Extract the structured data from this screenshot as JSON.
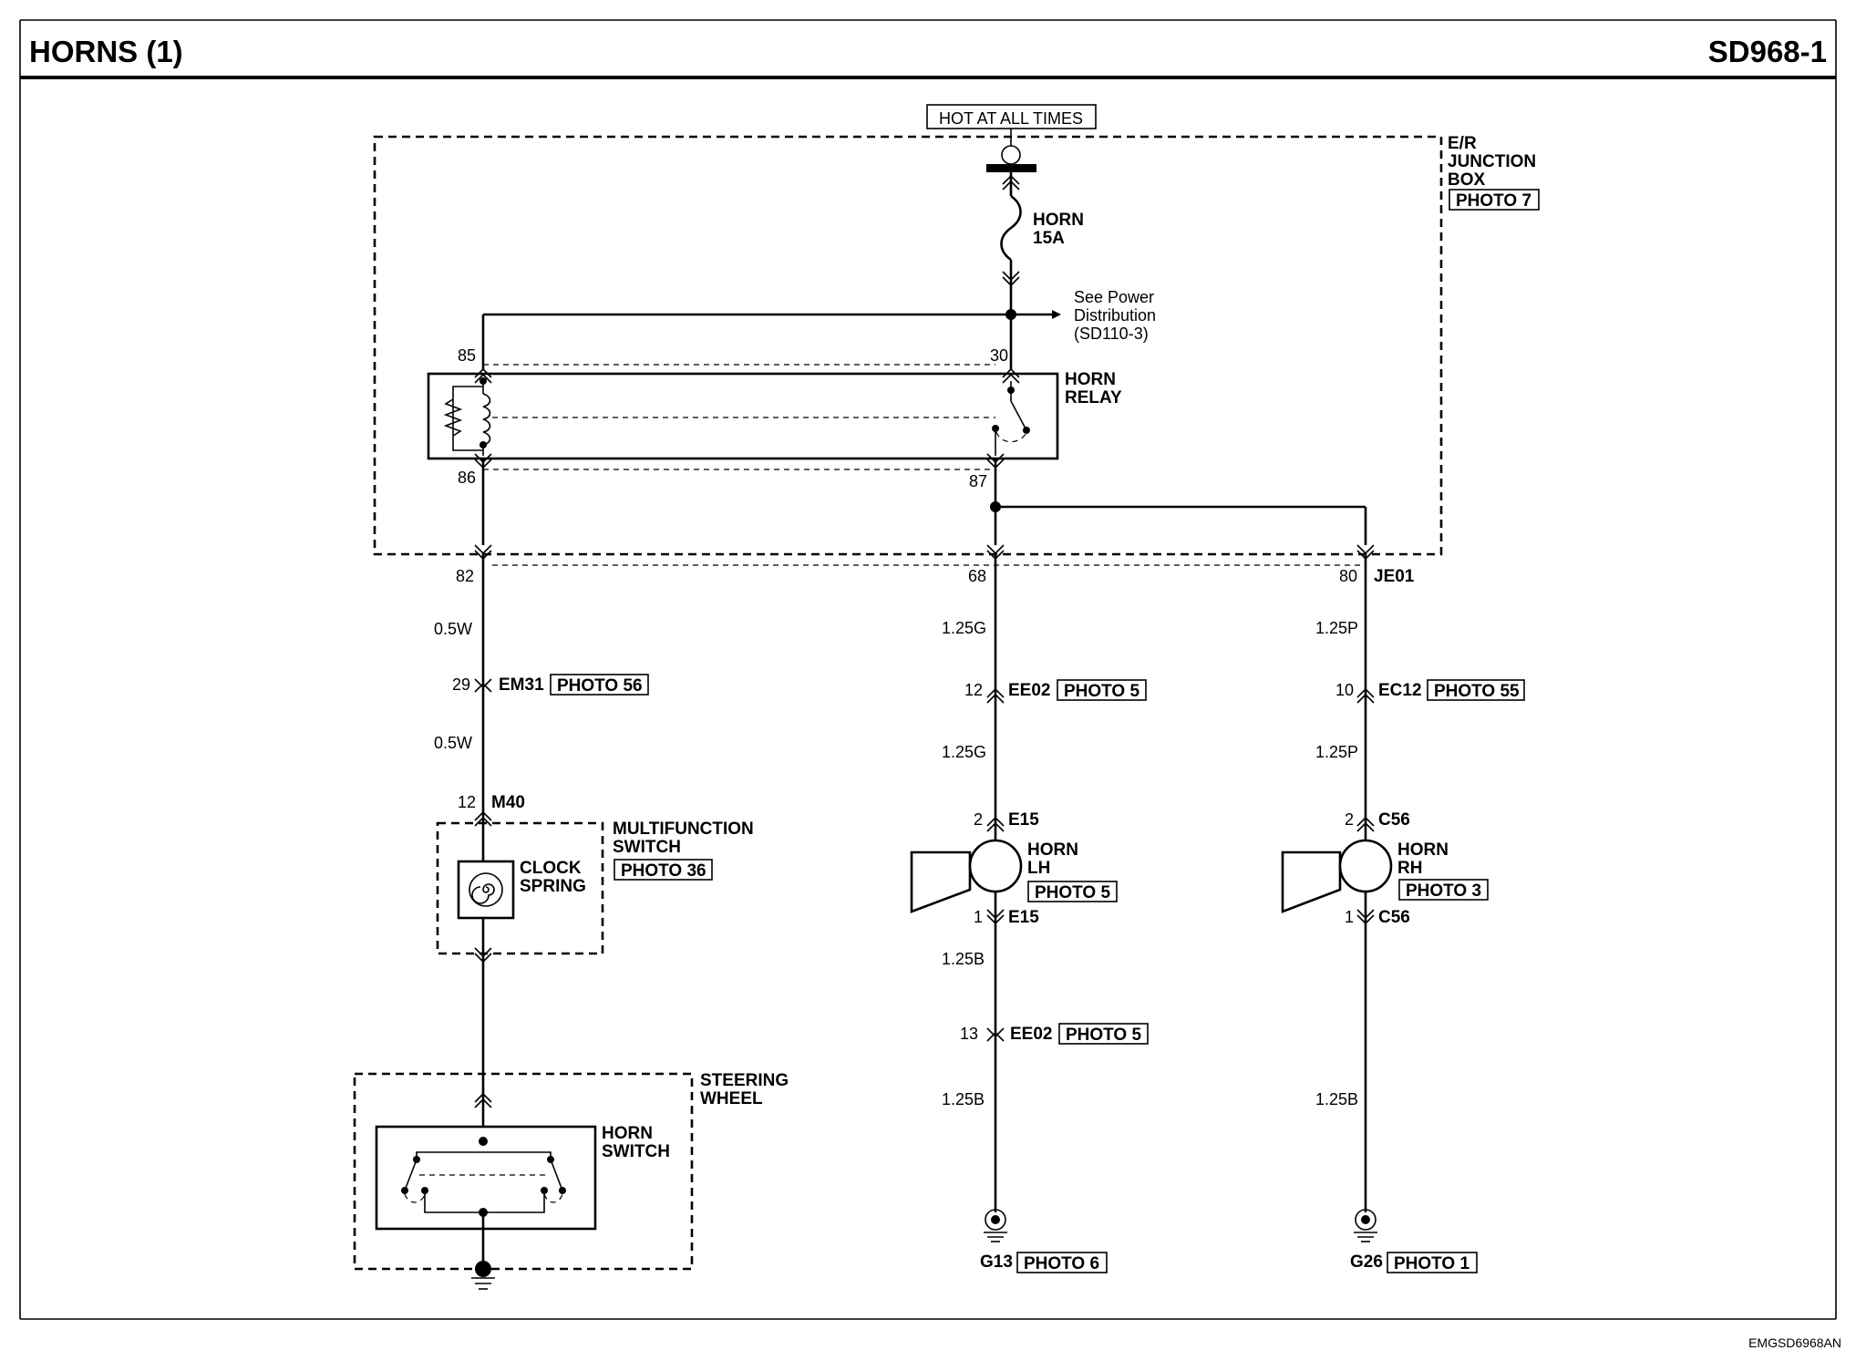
{
  "header": {
    "title": "HORNS (1)",
    "code": "SD968-1"
  },
  "footer": {
    "image_code": "EMGSD6968AN"
  },
  "power": {
    "source": "HOT AT ALL TIMES"
  },
  "junction_box": {
    "name_1": "E/R",
    "name_2": "JUNCTION",
    "name_3": "BOX",
    "photo": "PHOTO 7"
  },
  "fuse": {
    "name": "HORN",
    "rating": "15A"
  },
  "power_ref": {
    "line_1": "See Power",
    "line_2": "Distribution",
    "line_3": "(SD110-3)"
  },
  "relay": {
    "name_1": "HORN",
    "name_2": "RELAY",
    "pin_85": "85",
    "pin_30": "30",
    "pin_86": "86",
    "pin_87": "87"
  },
  "left_circuit": {
    "pin_top": "82",
    "wire_1": "0.5W",
    "conn_1_pin": "29",
    "conn_1": "EM31",
    "conn_1_photo": "PHOTO 56",
    "wire_2": "0.5W",
    "conn_2_pin": "12",
    "conn_2": "M40",
    "switch_name_1": "MULTIFUNCTION",
    "switch_name_2": "SWITCH",
    "switch_photo": "PHOTO 36",
    "clock_1": "CLOCK",
    "clock_2": "SPRING",
    "wheel_1": "STEERING",
    "wheel_2": "WHEEL",
    "horn_switch_1": "HORN",
    "horn_switch_2": "SWITCH"
  },
  "mid_circuit": {
    "pin_top": "68",
    "wire_1": "1.25G",
    "conn_1_pin": "12",
    "conn_1": "EE02",
    "conn_1_photo": "PHOTO 5",
    "wire_2": "1.25G",
    "horn_in_pin": "2",
    "horn_in_conn": "E15",
    "horn_1": "HORN",
    "horn_2": "LH",
    "horn_photo": "PHOTO 5",
    "horn_out_pin": "1",
    "horn_out_conn": "E15",
    "wire_3": "1.25B",
    "conn_3_pin": "13",
    "conn_3": "EE02",
    "conn_3_photo": "PHOTO 5",
    "wire_4": "1.25B",
    "ground": "G13",
    "ground_photo": "PHOTO 6"
  },
  "right_circuit": {
    "pin_top": "80",
    "pin_conn": "JE01",
    "wire_1": "1.25P",
    "conn_1_pin": "10",
    "conn_1": "EC12",
    "conn_1_photo": "PHOTO 55",
    "wire_2": "1.25P",
    "horn_in_pin": "2",
    "horn_in_conn": "C56",
    "horn_1": "HORN",
    "horn_2": "RH",
    "horn_photo": "PHOTO 3",
    "horn_out_pin": "1",
    "horn_out_conn": "C56",
    "wire_3": "1.25B",
    "ground": "G26",
    "ground_photo": "PHOTO 1"
  }
}
